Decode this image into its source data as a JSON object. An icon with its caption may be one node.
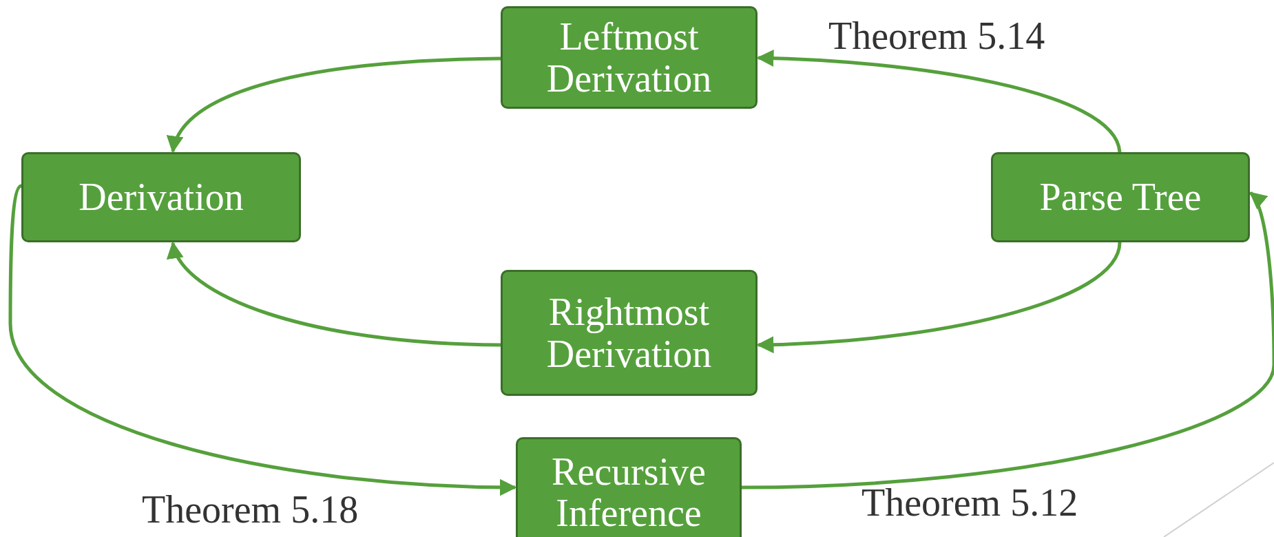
{
  "diagram": {
    "nodes": [
      {
        "text": [
          "Leftmost Derivation"
        ]
      },
      {
        "text": [
          "Derivation"
        ]
      },
      {
        "text": [
          "Parse Tree"
        ]
      },
      {
        "text": [
          "Rightmost Derivation"
        ]
      },
      {
        "text": [
          "Recursive Inference"
        ]
      }
    ],
    "edges": [
      {
        "from": 0,
        "to": 1,
        "arrow": "to"
      },
      {
        "from": 2,
        "to": 0,
        "arrow": "to",
        "label": "Theorem 5.14"
      },
      {
        "from": 2,
        "to": 3,
        "arrow": "to"
      },
      {
        "from": 3,
        "to": 1,
        "arrow": "to"
      },
      {
        "from": 1,
        "to": 4,
        "arrow": "to",
        "label": "Theorem 5.18"
      },
      {
        "from": 4,
        "to": 2,
        "arrow": "to",
        "label": "Theorem 5.12"
      }
    ]
  }
}
